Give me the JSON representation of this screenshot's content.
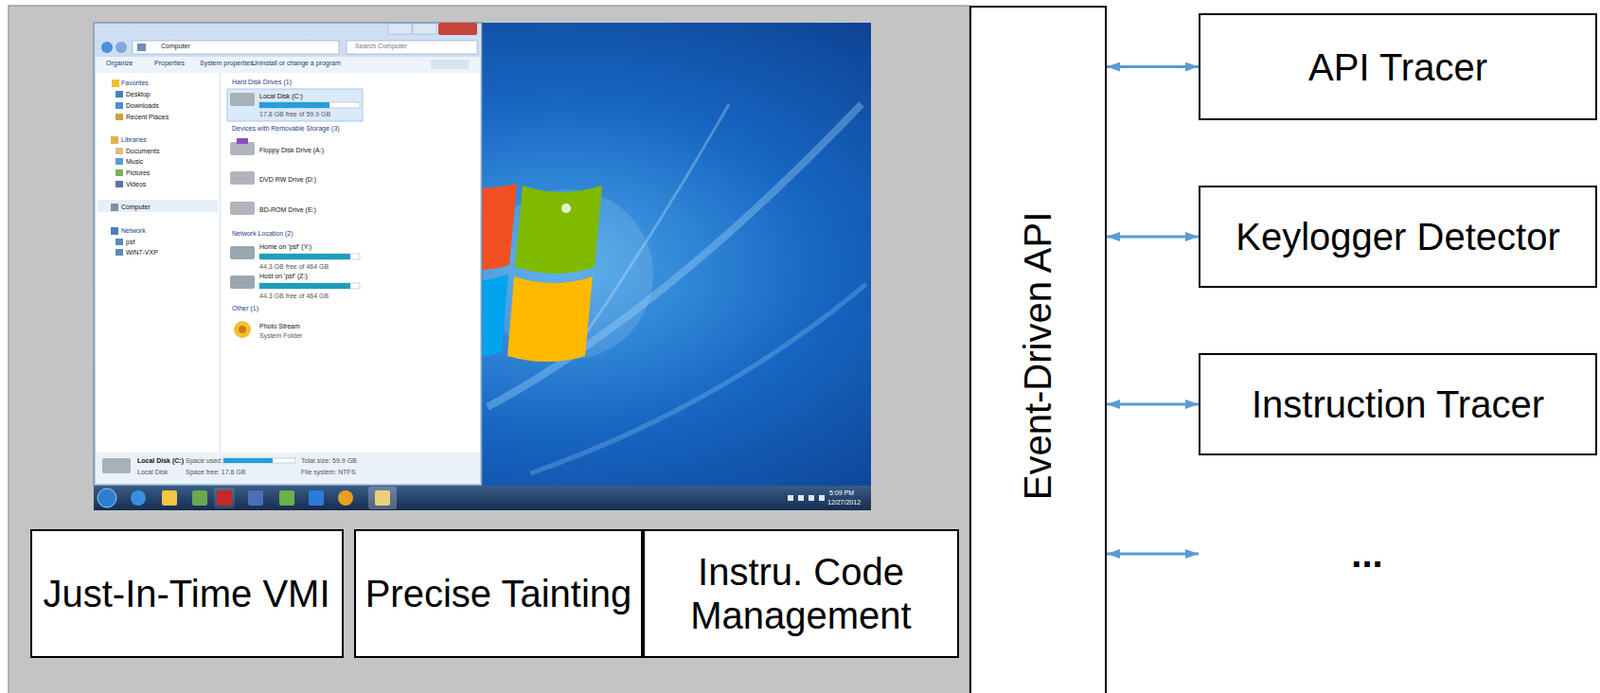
{
  "diagram": {
    "nodes": [
      {
        "text": [
          "Just-In-Time VMI"
        ]
      },
      {
        "text": [
          "Precise Tainting"
        ]
      },
      {
        "text": [
          "Instru. Code Management"
        ]
      },
      {
        "text": [
          "Event-Driven API"
        ]
      },
      {
        "text": [
          "API Tracer"
        ]
      },
      {
        "text": [
          "Keylogger Detector"
        ]
      },
      {
        "text": [
          "Instruction Tracer"
        ]
      },
      {
        "text": [
          "..."
        ]
      }
    ],
    "edges": [
      {
        "from": 3,
        "to": 4,
        "arrow": "both"
      },
      {
        "from": 3,
        "to": 5,
        "arrow": "both"
      },
      {
        "from": 3,
        "to": 6,
        "arrow": "both"
      },
      {
        "from": 3,
        "to": 7,
        "arrow": "both"
      }
    ],
    "labels": [
      "Computer",
      "Search Computer",
      "Organize",
      "Properties",
      "System properties",
      "Uninstall or change a program",
      "Favorites",
      "Desktop",
      "Downloads",
      "Recent Places",
      "Libraries",
      "Documents",
      "Music",
      "Pictures",
      "Videos",
      "Computer",
      "Network",
      "psf",
      "WIN7-VXP",
      "Hard Disk Drives (1)",
      "Local Disk (C:)",
      "17.8 GB free of 59.9 GB",
      "Devices with Removable Storage (3)",
      "Floppy Disk Drive (A:)",
      "DVD RW Drive (D:)",
      "BD-ROM Drive (E:)",
      "Network Location (2)",
      "Home on 'psf' (Y:)",
      "44.3 GB free of 464 GB",
      "Host on 'psf' (Z:)",
      "44.3 GB free of 464 GB",
      "Other (1)",
      "Photo Stream",
      "System Folder",
      "Local Disk (C:)",
      "Space used:",
      "Local Disk",
      "Space free: 17.8 GB",
      "Total size: 59.9 GB",
      "File system: NTFS",
      "5:09 PM",
      "12/27/2012"
    ]
  }
}
